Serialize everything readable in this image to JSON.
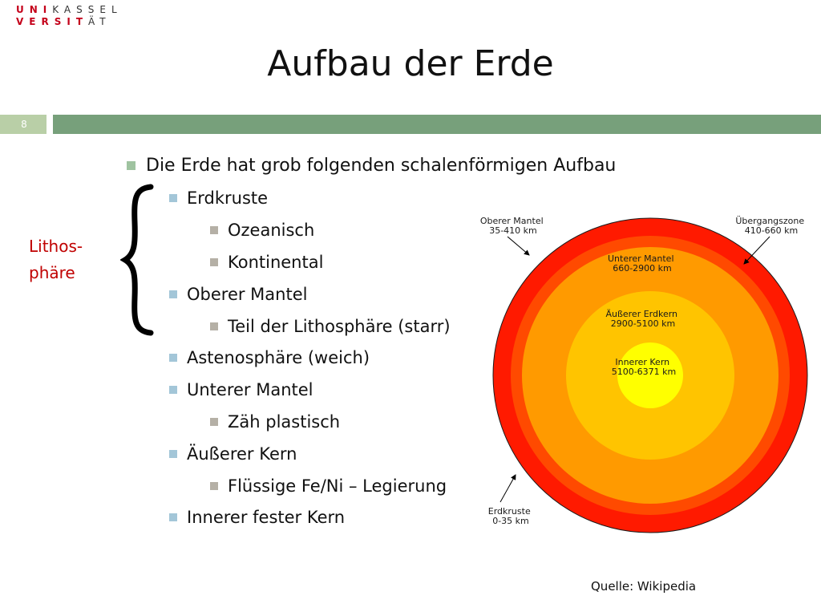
{
  "logo": {
    "line1_red": "UNI",
    "line1_dark": "KASSEL",
    "line2_red": "VERSIT",
    "line2_dark": "ÄT"
  },
  "title": "Aufbau der Erde",
  "slide_number": "8",
  "side_label": {
    "line1": "Lithos-",
    "line2": "phäre"
  },
  "bullets": [
    {
      "level": 1,
      "text": "Die Erde hat grob folgenden schalenförmigen Aufbau"
    },
    {
      "level": 2,
      "text": "Erdkruste"
    },
    {
      "level": 3,
      "text": "Ozeanisch"
    },
    {
      "level": 3,
      "text": "Kontinental"
    },
    {
      "level": 2,
      "text": "Oberer Mantel"
    },
    {
      "level": 3,
      "text": "Teil der Lithosphäre (starr)"
    },
    {
      "level": 2,
      "text": "Astenosphäre (weich)"
    },
    {
      "level": 2,
      "text": "Unterer Mantel"
    },
    {
      "level": 3,
      "text": "Zäh plastisch"
    },
    {
      "level": 2,
      "text": "Äußerer Kern"
    },
    {
      "level": 3,
      "text": "Flüssige Fe/Ni – Legierung"
    },
    {
      "level": 2,
      "text": "Innerer fester Kern"
    }
  ],
  "diagram": {
    "layers": [
      {
        "name": "Erdkruste",
        "depth": "0-35 km",
        "color": "#ff1a00"
      },
      {
        "name": "Oberer Mantel",
        "depth": "35-410 km",
        "color": "#ff1a00"
      },
      {
        "name": "Übergangszone",
        "depth": "410-660 km",
        "color": "#ff4a00"
      },
      {
        "name": "Unterer Mantel",
        "depth": "660-2900 km",
        "color": "#ff9a00"
      },
      {
        "name": "Äußerer Erdkern",
        "depth": "2900-5100 km",
        "color": "#ffc400"
      },
      {
        "name": "Innerer Kern",
        "depth": "5100-6371 km",
        "color": "#ffff00"
      }
    ]
  },
  "source": "Quelle: Wikipedia"
}
